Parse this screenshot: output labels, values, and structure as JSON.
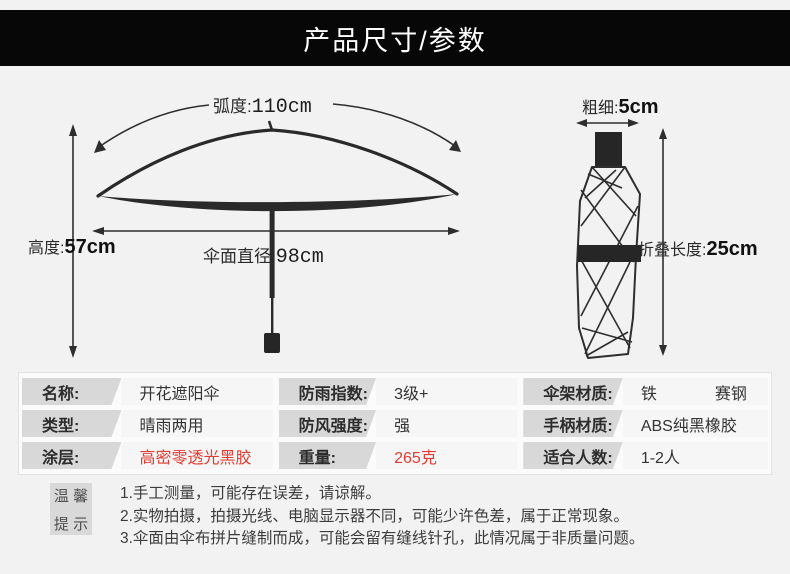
{
  "banner": {
    "title": "产品尺寸/参数"
  },
  "diagram": {
    "arc": {
      "prefix": "弧度:",
      "value": "110cm"
    },
    "height": {
      "prefix": "高度:",
      "value": "57cm"
    },
    "diameter": {
      "prefix": "伞面直径:",
      "value": "98cm"
    },
    "thickness": {
      "prefix": "粗细:",
      "value": "5cm"
    },
    "folded_length": {
      "prefix": "折叠长度:",
      "value": "25cm"
    }
  },
  "spec_table": {
    "groups": [
      {
        "rows": [
          {
            "label": "名称:",
            "value": "开花遮阳伞"
          },
          {
            "label": "类型:",
            "value": "晴雨两用"
          },
          {
            "label": "涂层:",
            "value": "高密零透光黑胶"
          }
        ]
      },
      {
        "rows": [
          {
            "label": "防雨指数:",
            "value": "3级+"
          },
          {
            "label": "防风强度:",
            "value": "强"
          },
          {
            "label": "重量:",
            "value": "265克"
          }
        ]
      },
      {
        "rows": [
          {
            "label": "伞架材质:",
            "value": "铁",
            "value2": "赛钢"
          },
          {
            "label": "手柄材质:",
            "value": "ABS纯黑橡胶"
          },
          {
            "label": "适合人数:",
            "value": "1-2人"
          }
        ]
      }
    ]
  },
  "tips": {
    "label_line1": "温 馨",
    "label_line2": "提 示",
    "items": [
      "1.手工测量，可能存在误差，请谅解。",
      "2.实物拍摄，拍摄光线、电脑显示器不同，可能少许色差，属于正常现象。",
      "3.伞面由伞布拼片缝制而成，可能会留有缝线针孔，此情况属于非质量问题。"
    ]
  },
  "colors": {
    "page_bg": "#f2f2f3",
    "banner_bg": "#070707",
    "accent_red": "#e23b31",
    "label_cell_bg": "#d8d8d8",
    "value_cell_bg": "#f6f6f7",
    "line_art": "#2e2e2e"
  }
}
